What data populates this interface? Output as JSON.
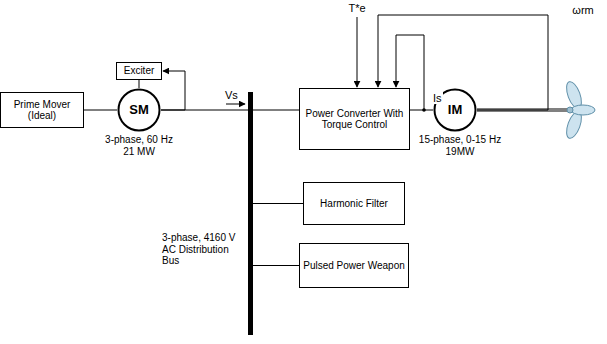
{
  "diagram": {
    "nodes": [
      {
        "text": [
          "Prime Mover (Ideal)"
        ]
      },
      {
        "text": [
          "Exciter"
        ]
      },
      {
        "text": [
          "SM"
        ]
      },
      {
        "text": [
          "3-phase, 4160 V AC Distribution Bus"
        ]
      },
      {
        "text": [
          "Power Converter With Torque Control"
        ]
      },
      {
        "text": [
          "Harmonic Filter"
        ]
      },
      {
        "text": [
          "Pulsed Power Weapon"
        ]
      },
      {
        "text": [
          "IM"
        ]
      }
    ],
    "edges": [
      {
        "from": 0,
        "to": 2,
        "arrow": "none"
      },
      {
        "from": 1,
        "to": 2,
        "arrow": "none"
      },
      {
        "from": 2,
        "to": 1,
        "arrow": "to"
      },
      {
        "from": 2,
        "to": 3,
        "label": "Vs",
        "arrow": "none"
      },
      {
        "from": 3,
        "to": 4,
        "arrow": "none"
      },
      {
        "from": 3,
        "to": 5,
        "arrow": "none"
      },
      {
        "from": 3,
        "to": 6,
        "arrow": "none"
      },
      {
        "from": 4,
        "to": 7,
        "label": "Is",
        "arrow": "none"
      },
      {
        "from": 7,
        "to": 4,
        "arrow": "to"
      }
    ],
    "labels": [
      "3-phase, 60 Hz",
      "21 MW",
      "15-phase, 0-15 Hz",
      "19MW",
      "T*e",
      "ωrm"
    ]
  }
}
